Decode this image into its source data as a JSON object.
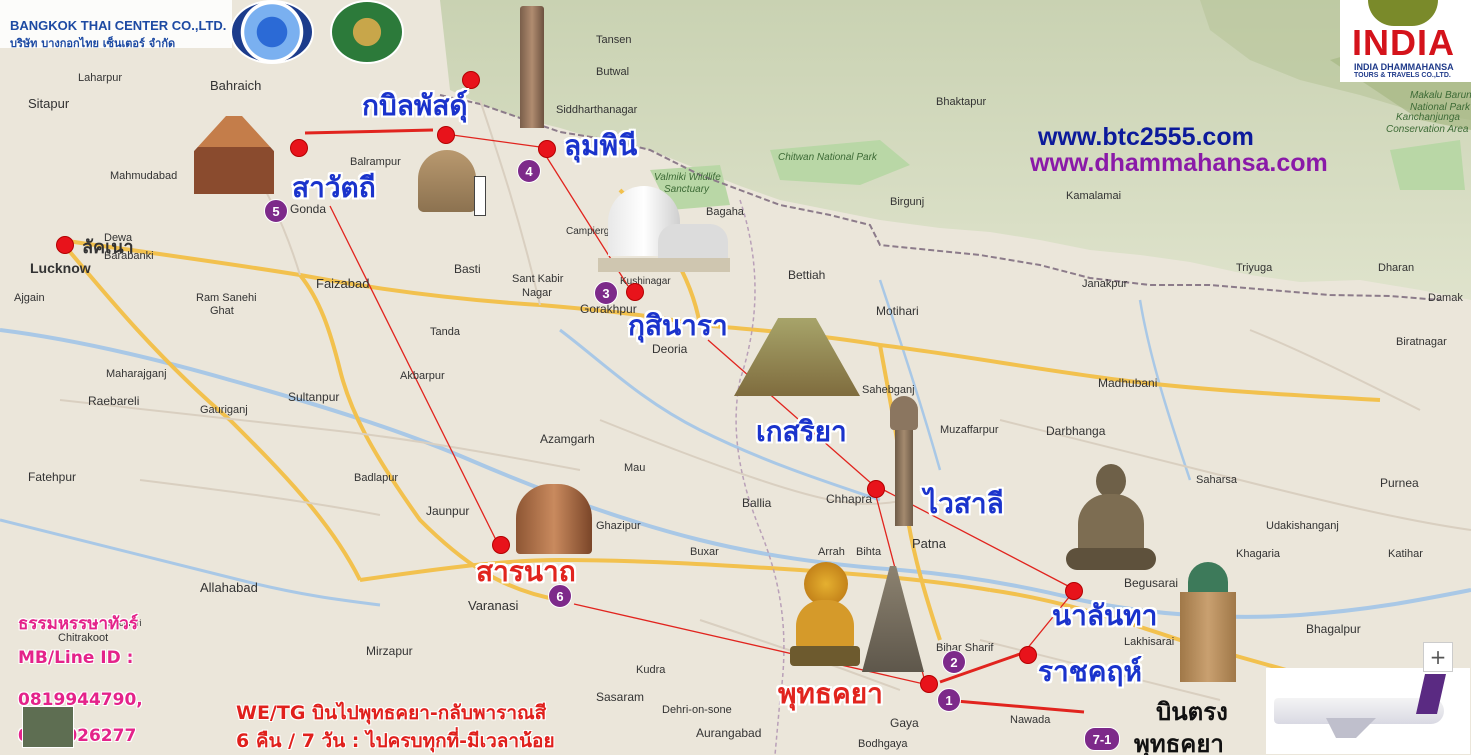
{
  "header_logo": {
    "company_en": "BANGKOK THAI CENTER CO.,LTD.",
    "company_th": "บริษัท บางกอกไทย เซ็นเตอร์ จำกัด"
  },
  "india_logo": {
    "word": "INDIA",
    "line1": "INDIA DHAMMAHANSA",
    "line2": "TOURS & TRAVELS CO.,LTD."
  },
  "websites": [
    "www.btc2555.com",
    "www.dhammahansa.com"
  ],
  "places": {
    "kapilavastu": "กบิลพัสดุ์",
    "lumbini": "ลุมพินี",
    "sravasti": "สาวัตถี",
    "lucknow_th": "ลัคเนา",
    "kusinara": "กุสินารา",
    "kesariya": "เกสริยา",
    "vaishali": "ไวสาลี",
    "sarnath": "สารนาถ",
    "nalanda": "นาลันทา",
    "rajgir": "ราชคฤห์",
    "bodhgaya": "พุทธคยา"
  },
  "badges": [
    "1",
    "2",
    "3",
    "4",
    "5",
    "6",
    "7-1"
  ],
  "contact": {
    "name": "ธรรมหรรษาทัวร์",
    "mb_label": "MB/Line ID :",
    "phone1": "0819944790,",
    "phone2": "0614026277"
  },
  "promo": {
    "line1": "WE/TG บินไปพุทธคยา-กลับพาราณสี",
    "line2": "6 คืน / 7 วัน : ไปครบทุกที่-มีเวลาน้อย"
  },
  "flight": {
    "line1": "บินตรง",
    "line2": "พุทธคยา"
  },
  "map_labels": {
    "sitapur": "Sitapur",
    "bahraich": "Bahraich",
    "laharpur": "Laharpur",
    "mahmudabad": "Mahmudabad",
    "balrampur": "Balrampur",
    "gonda": "Gonda",
    "dewa": "Dewa",
    "barabanki": "Barabanki",
    "lucknow": "Lucknow",
    "faizabad": "Faizabad",
    "ram_sanehi_ghat": "Ram Sanehi",
    "ghat": "Ghat",
    "ajgain": "Ajgain",
    "basti": "Basti",
    "sant_kabir_nagar": "Sant Kabir",
    "nagar": "Nagar",
    "gorakhpur": "Gorakhpur",
    "campierganj": "Campierganj",
    "kushinagar": "Kushinagar",
    "tansen": "Tansen",
    "butwal": "Butwal",
    "siddharthanagar": "Siddharthanagar",
    "bagaha": "Bagaha",
    "valmiki": "Valmiki Wildlife",
    "sanctuary": "Sanctuary",
    "chitwan": "Chitwan National Park",
    "birgunj": "Birgunj",
    "bettiah": "Bettiah",
    "motihari": "Motihari",
    "bhaktapur": "Bhaktapur",
    "kamalamai": "Kamalamai",
    "janakpur": "Janakpur",
    "triyuga": "Triyuga",
    "dharan": "Dharan",
    "damak": "Damak",
    "biratnagar": "Biratnagar",
    "madhubani": "Madhubani",
    "darbhanga": "Darbhanga",
    "muzaffarpur": "Muzaffarpur",
    "sahebganj": "Sahebganj",
    "deoria": "Deoria",
    "tanda": "Tanda",
    "akbarpur": "Akbarpur",
    "sultanpur": "Sultanpur",
    "maharajganj": "Maharajganj",
    "raebareli": "Raebareli",
    "gauriganj": "Gauriganj",
    "azamgarh": "Azamgarh",
    "mau": "Mau",
    "fatehpur": "Fatehpur",
    "badlapur": "Badlapur",
    "jaunpur": "Jaunpur",
    "ballia": "Ballia",
    "chhapra": "Chhapra",
    "patna": "Patna",
    "arrah": "Arrah",
    "bihta": "Bihta",
    "buxar": "Buxar",
    "ghazipur": "Ghazipur",
    "allahabad": "Allahabad",
    "varanasi": "Varanasi",
    "mirzapur": "Mirzapur",
    "chitrakoot": "Chitrakoot",
    "bachrari": "Bachrari",
    "kudra": "Kudra",
    "sasaram": "Sasaram",
    "dehri": "Dehri-on-sone",
    "aurangabad": "Aurangabad",
    "gaya": "Gaya",
    "bodhgaya_en": "Bodhgaya",
    "nawada": "Nawada",
    "bihar_sharif": "Bihar Sharif",
    "lakhisarai": "Lakhisarai",
    "begusarai": "Begusarai",
    "bhagalpur": "Bhagalpur",
    "saharsa": "Saharsa",
    "purnea": "Purnea",
    "katihar": "Katihar",
    "khagaria": "Khagaria",
    "udakishanganj": "Udakishanganj",
    "makalu": "Makalu Barun",
    "makalu2": "National Park",
    "kanchanjunga": "Kanchanjunga",
    "conservation": "Conservation Area"
  },
  "map_controls": {
    "zoom_in": "+"
  },
  "colors": {
    "place_blue": "#1a33cc",
    "route_red": "#e1241e",
    "badge_purple": "#7d2a8a",
    "web_navy": "#0c1a9b",
    "web_purple": "#8a1aa8",
    "contact_pink": "#e4238a"
  }
}
